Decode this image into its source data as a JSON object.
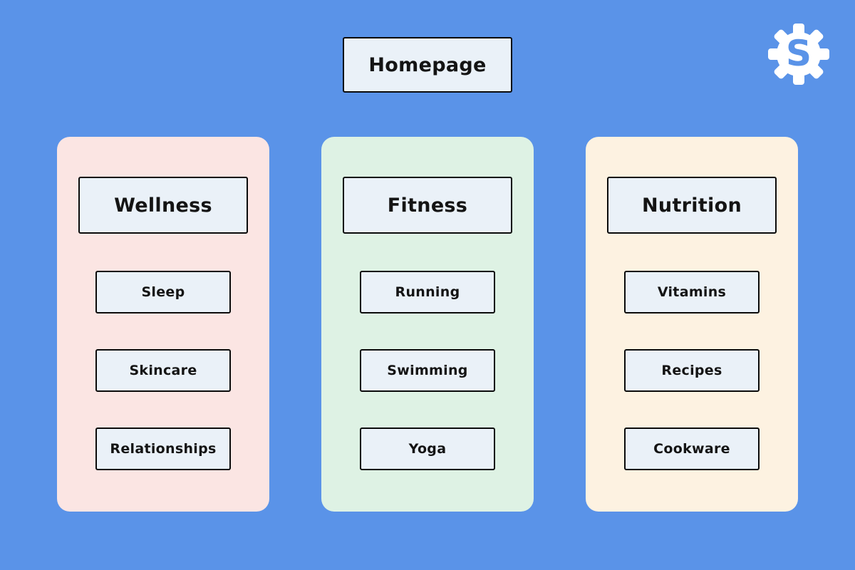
{
  "background": "#5a93e8",
  "homepage": {
    "label": "Homepage"
  },
  "logo": {
    "name": "gear-s-logo",
    "color": "#ffffff"
  },
  "node_style": {
    "fill": "#eaf1f8",
    "border": "#0b0b0b"
  },
  "columns": [
    {
      "header": "Wellness",
      "color": "#fbe5e3",
      "items": [
        "Sleep",
        "Skincare",
        "Relationships"
      ]
    },
    {
      "header": "Fitness",
      "color": "#def2e4",
      "items": [
        "Running",
        "Swimming",
        "Yoga"
      ]
    },
    {
      "header": "Nutrition",
      "color": "#fdf2e1",
      "items": [
        "Vitamins",
        "Recipes",
        "Cookware"
      ]
    }
  ]
}
